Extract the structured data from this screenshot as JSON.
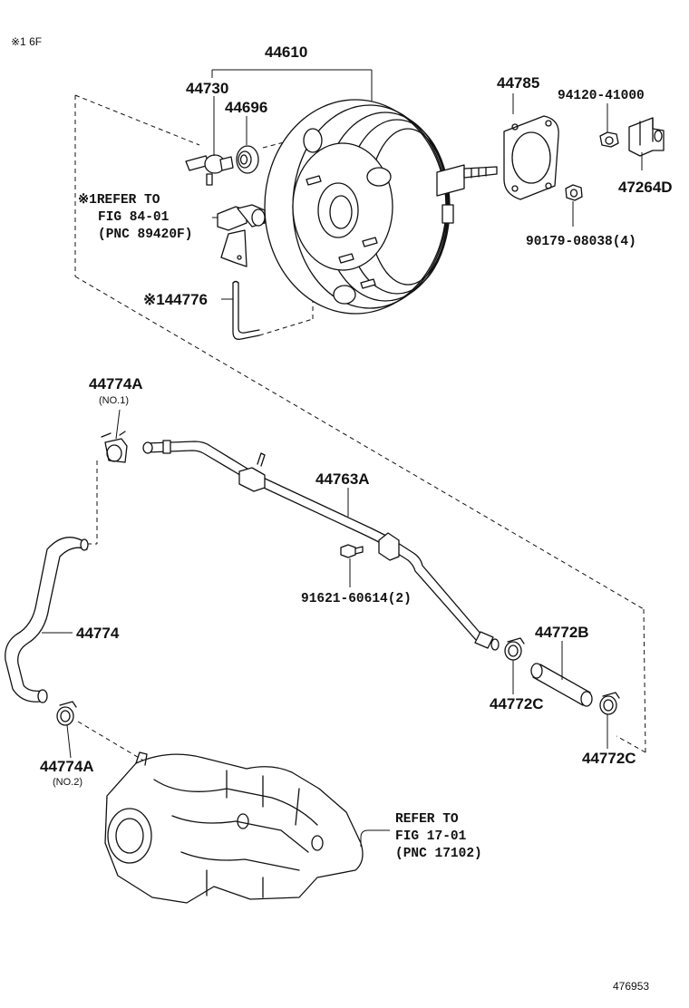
{
  "header_note": "※1 6F",
  "figure_id": "476953",
  "labels": {
    "booster_assembly": "44610",
    "check_valve": "44730",
    "grommet": "44696",
    "gasket": "44785",
    "nut_top": "94120-41000",
    "bracket": "47264D",
    "nut_booster": "90179-08038(4)",
    "sensor_ref_1": "※1REFER TO",
    "sensor_ref_2": "FIG 84-01",
    "sensor_ref_3": "(PNC 89420F)",
    "vacuum_hose_small": "※144776",
    "clip_no1": "44774A",
    "clip_no1_sub": "(NO.1)",
    "vacuum_pipe": "44763A",
    "bolt": "91621-60614(2)",
    "vacuum_hose": "44774",
    "hose_short": "44772B",
    "clamp_c_left": "44772C",
    "clamp_c_right": "44772C",
    "clip_no2": "44774A",
    "clip_no2_sub": "(NO.2)",
    "manifold_ref_1": "REFER TO",
    "manifold_ref_2": "FIG 17-01",
    "manifold_ref_3": "(PNC 17102)"
  }
}
